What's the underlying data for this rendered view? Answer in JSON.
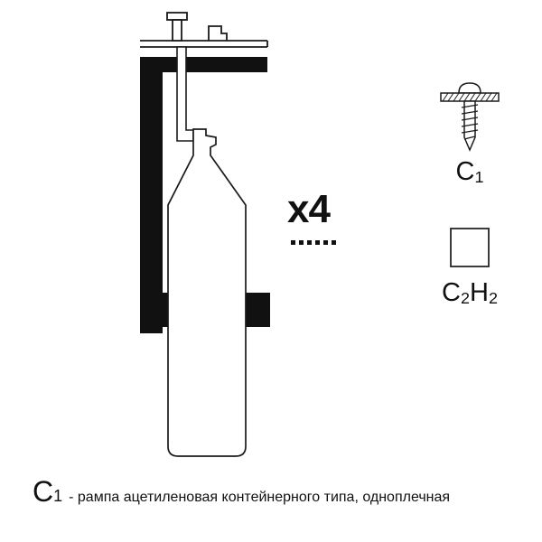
{
  "page": {
    "background": "#ffffff"
  },
  "colors": {
    "ink": "#111111",
    "frame_fill": "#111111",
    "drawing_fill": "#ffffff"
  },
  "drawing": {
    "multiplier_label": "x4"
  },
  "icons": {
    "screw": "self-tapping-screw-icon",
    "gas_square": "gas-symbol-square-icon",
    "cylinder": "gas-cylinder-drawing",
    "frame": "mounting-frame",
    "manifold": "pipe-manifold"
  },
  "legend": {
    "screw": {
      "symbol_base": "С",
      "symbol_sub": "1"
    },
    "gas": {
      "part1": "С",
      "sub1": "2",
      "part2": "Н",
      "sub2": "2"
    }
  },
  "caption": {
    "symbol_base": "С",
    "symbol_sub": "1",
    "text": "- рампа ацетиленовая контейнерного типа, одноплечная"
  }
}
